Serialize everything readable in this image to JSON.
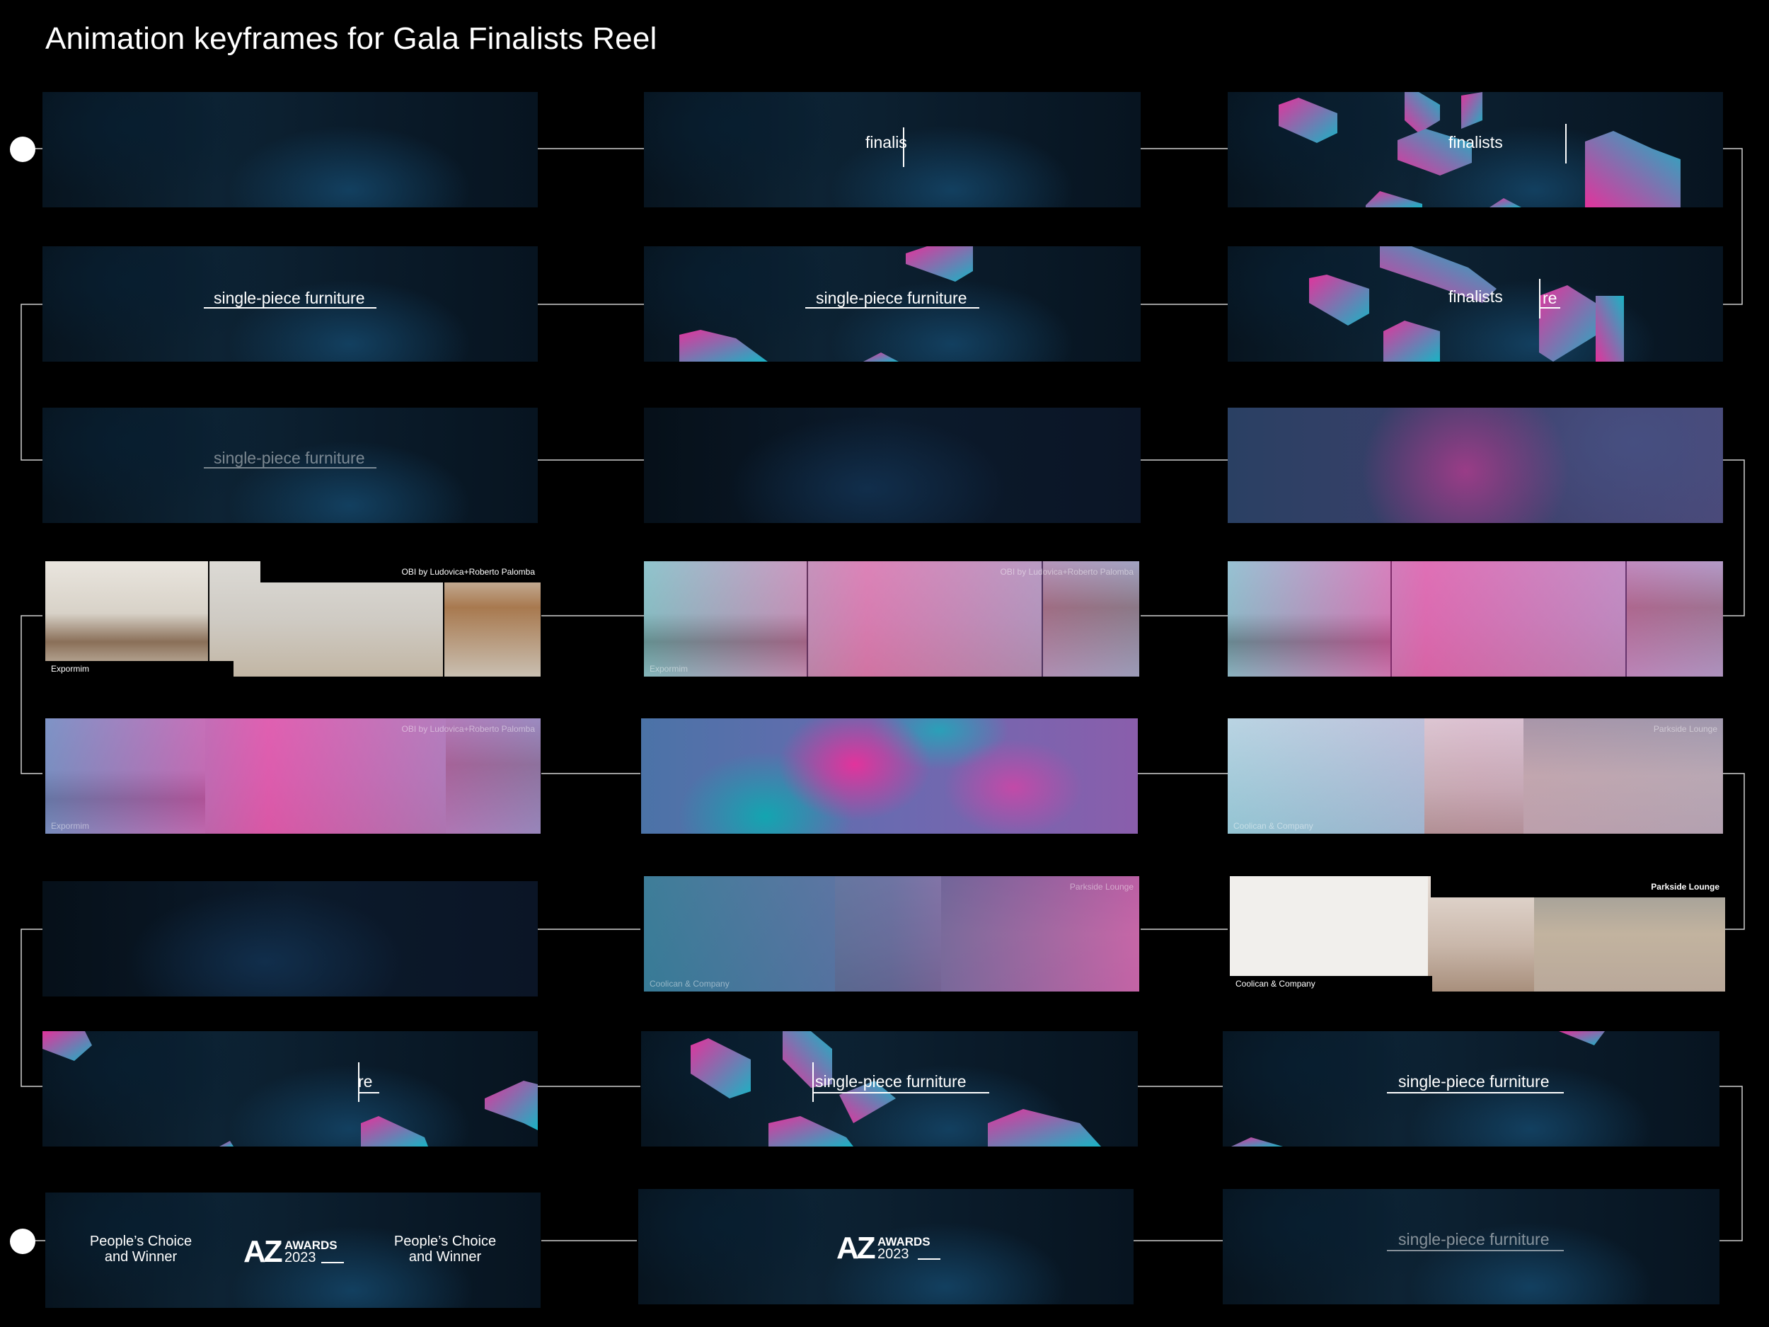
{
  "page": {
    "title": "Animation keyframes for Gala Finalists Reel"
  },
  "text": {
    "finalis": "finalis",
    "finalists": "finalists",
    "single_piece": "single-piece furniture",
    "re": "re",
    "obi": "OBI by Ludovica+Roberto Palomba",
    "expormim": "Expormim",
    "parkside": "Parkside Lounge",
    "coolican": "Coolican & Company",
    "peoples_choice_line1": "People’s Choice",
    "peoples_choice_line2": "and Winner",
    "az_big": "AZ",
    "az_awards": "AWARDS",
    "az_year": "2023"
  },
  "colors": {
    "pink": "#e2339c",
    "teal": "#19b3c4",
    "violet": "#7a5fb0",
    "navy": "#0d2334"
  }
}
